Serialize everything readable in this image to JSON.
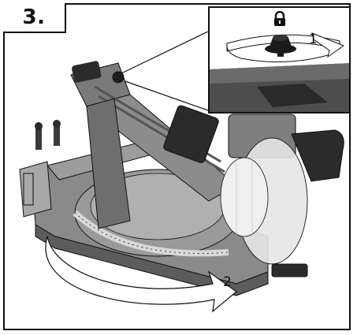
{
  "figure": {
    "step_label": "3.",
    "inset": {
      "lock_icon": "padlock-icon",
      "callout_1": "1"
    },
    "callout_2": "2",
    "colors": {
      "saw_body": "#7f7f7f",
      "saw_dark": "#2b2b2b",
      "saw_light": "#bdbdbd",
      "blade_guard": "#e6e6e6",
      "outline": "#111111"
    }
  }
}
